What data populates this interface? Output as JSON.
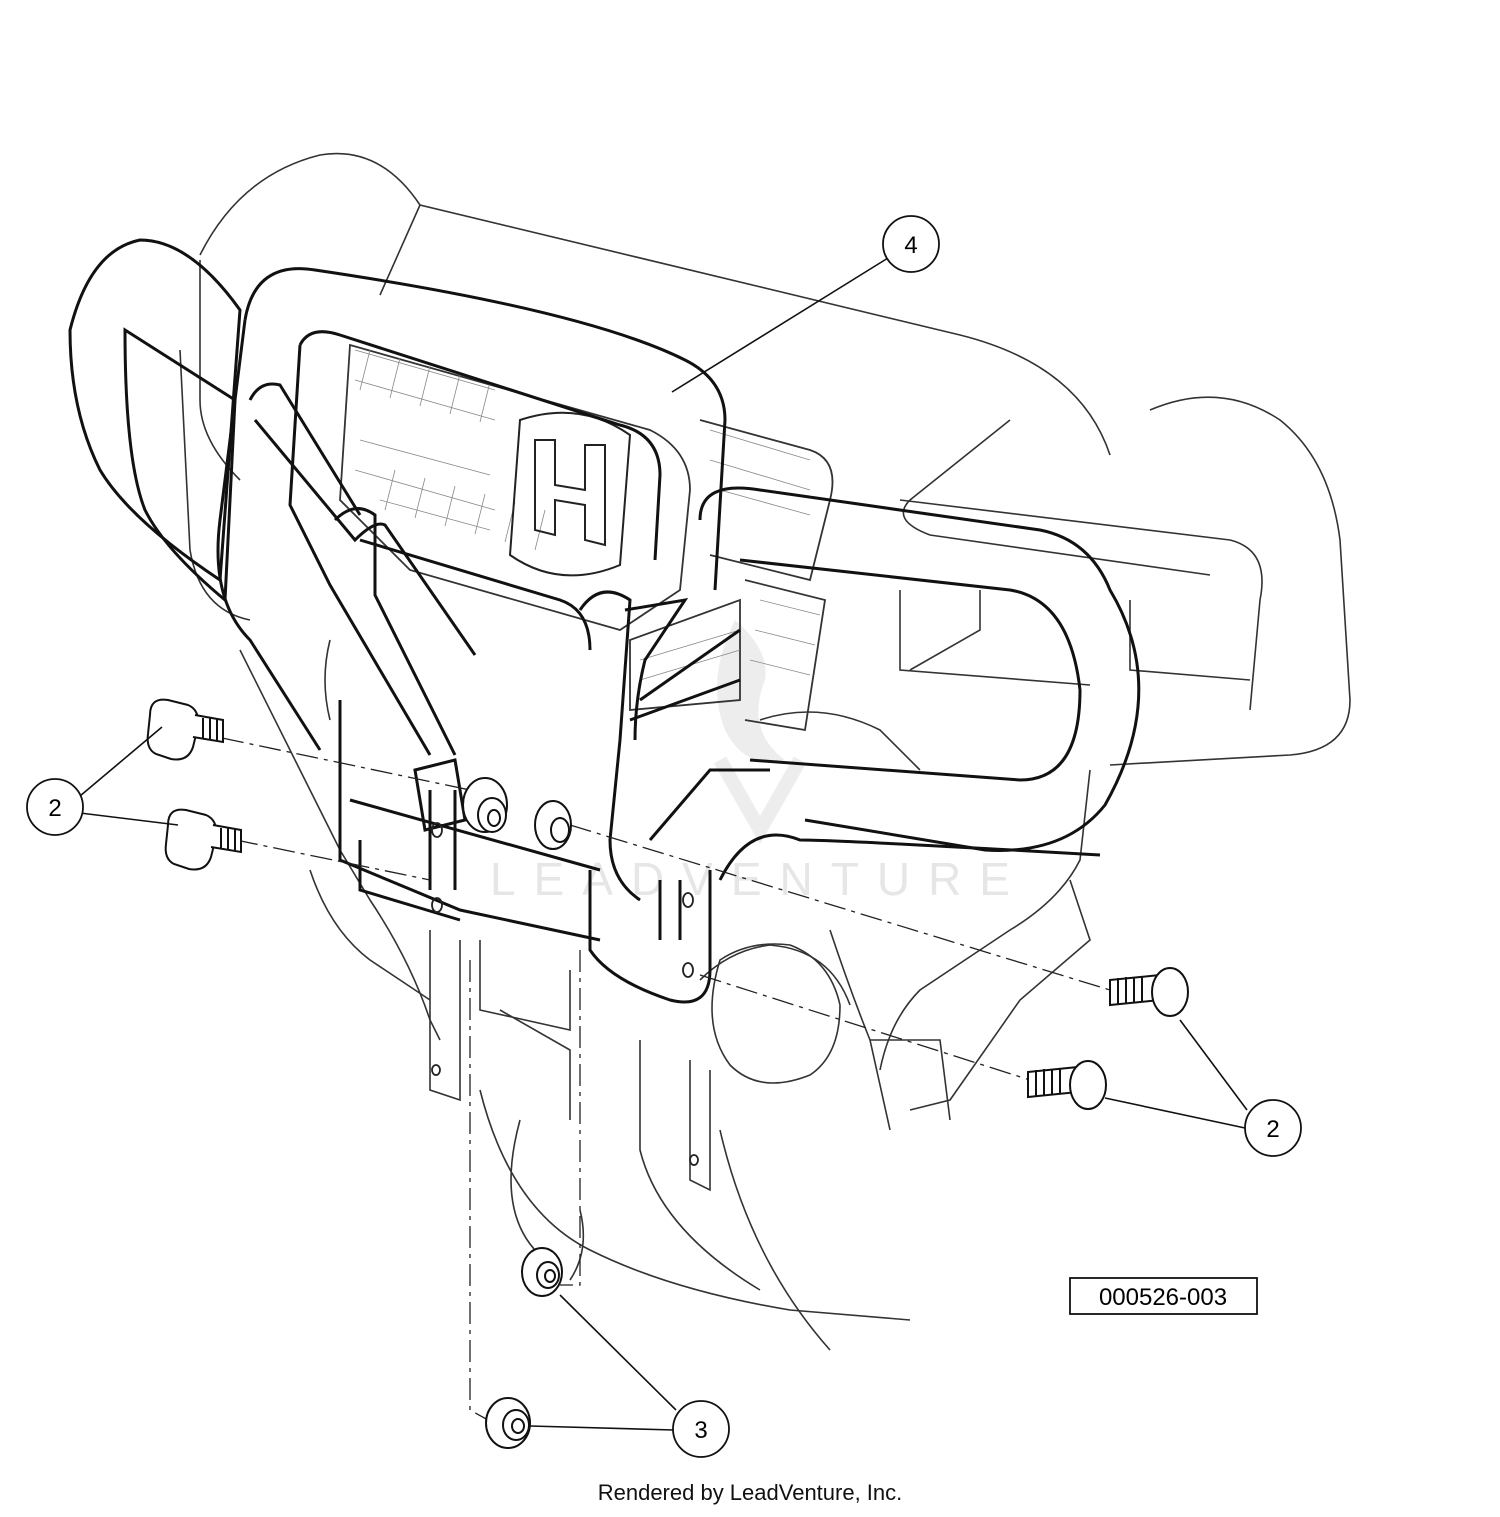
{
  "diagram": {
    "callouts": [
      {
        "id": "callout-4",
        "label": "4"
      },
      {
        "id": "callout-2-left",
        "label": "2"
      },
      {
        "id": "callout-2-right",
        "label": "2"
      },
      {
        "id": "callout-3",
        "label": "3"
      }
    ],
    "part_number": "000526-003",
    "watermark": "LEADVENTURE"
  },
  "footer": {
    "text": "Rendered by LeadVenture, Inc."
  }
}
